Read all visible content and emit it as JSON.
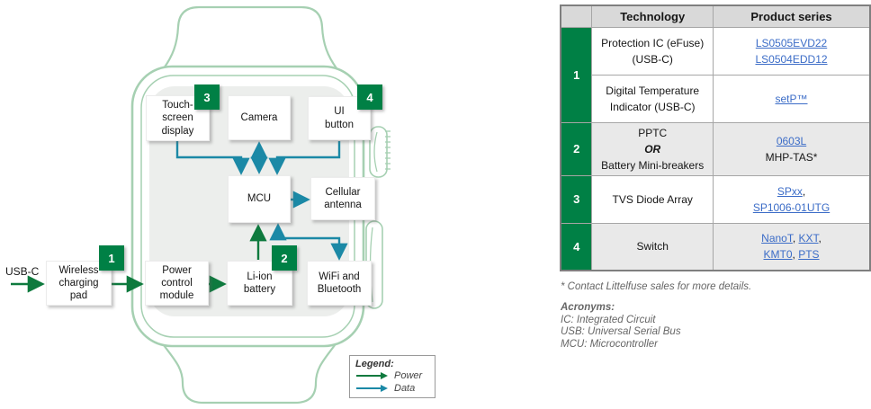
{
  "colors": {
    "badge_green": "#008045",
    "power_arrow_green": "#0e7a3e",
    "data_arrow_teal": "#1b89a6",
    "watch_outline_green": "#a6d0b2",
    "link_blue": "#3b6cc7",
    "table_header_gray": "#d9d9d9",
    "shaded_row_gray": "#e9e9e9"
  },
  "diagram": {
    "usb_label": "USB-C",
    "blocks": {
      "touch": {
        "label": "Touch-\nscreen\ndisplay",
        "badge": "3"
      },
      "camera": {
        "label": "Camera"
      },
      "ui_button": {
        "label": "UI\nbutton",
        "badge": "4"
      },
      "mcu": {
        "label": "MCU"
      },
      "cellular": {
        "label": "Cellular\nantenna"
      },
      "power_module": {
        "label": "Power\ncontrol\nmodule"
      },
      "battery": {
        "label": "Li-ion\nbattery",
        "badge": "2"
      },
      "wifi": {
        "label": "WiFi and\nBluetooth"
      },
      "charging_pad": {
        "label": "Wireless\ncharging\npad",
        "badge": "1"
      }
    },
    "legend": {
      "title": "Legend:",
      "items": [
        {
          "label": "Power",
          "color": "#0e7a3e"
        },
        {
          "label": "Data",
          "color": "#1b89a6"
        }
      ]
    }
  },
  "table": {
    "headers": [
      "",
      "Technology",
      "Product series"
    ],
    "rows": [
      {
        "num": "1",
        "shaded": false,
        "subrows": [
          {
            "tech": [
              {
                "t": "Protection IC (eFuse)"
              },
              {
                "br": true
              },
              {
                "t": "(USB-C)"
              }
            ],
            "prod": [
              {
                "t": "LS0505EVD22",
                "link": true
              },
              {
                "br": true
              },
              {
                "t": "LS0504EDD12",
                "link": true
              }
            ]
          },
          {
            "tech": [
              {
                "t": "Digital Temperature"
              },
              {
                "br": true
              },
              {
                "t": "Indicator (USB-C)"
              }
            ],
            "prod": [
              {
                "t": "setP™",
                "link": true
              }
            ]
          }
        ]
      },
      {
        "num": "2",
        "shaded": true,
        "subrows": [
          {
            "tech": [
              {
                "t": "PPTC"
              },
              {
                "br": true
              },
              {
                "t": "OR",
                "em": true
              },
              {
                "br": true
              },
              {
                "t": "Battery Mini-breakers"
              }
            ],
            "prod": [
              {
                "t": "0603L",
                "link": true
              },
              {
                "br": true
              },
              {
                "t": "MHP-TAS*"
              }
            ]
          }
        ]
      },
      {
        "num": "3",
        "shaded": false,
        "subrows": [
          {
            "tech": [
              {
                "t": "TVS Diode Array"
              }
            ],
            "prod": [
              {
                "t": "SPxx",
                "link": true
              },
              {
                "t": ","
              },
              {
                "br": true
              },
              {
                "t": "SP1006-01UTG",
                "link": true
              }
            ]
          }
        ]
      },
      {
        "num": "4",
        "shaded": true,
        "subrows": [
          {
            "tech": [
              {
                "t": "Switch"
              }
            ],
            "prod": [
              {
                "t": "NanoT",
                "link": true
              },
              {
                "t": ", "
              },
              {
                "t": "KXT",
                "link": true
              },
              {
                "t": ","
              },
              {
                "br": true
              },
              {
                "t": "KMT0",
                "link": true
              },
              {
                "t": ", "
              },
              {
                "t": "PTS",
                "link": true
              }
            ]
          }
        ]
      }
    ]
  },
  "notes": {
    "footnote": "* Contact Littelfuse sales for more details.",
    "acronyms_title": "Acronyms:",
    "acronyms": [
      "IC: Integrated Circuit",
      "USB: Universal Serial Bus",
      "MCU: Microcontroller"
    ]
  }
}
